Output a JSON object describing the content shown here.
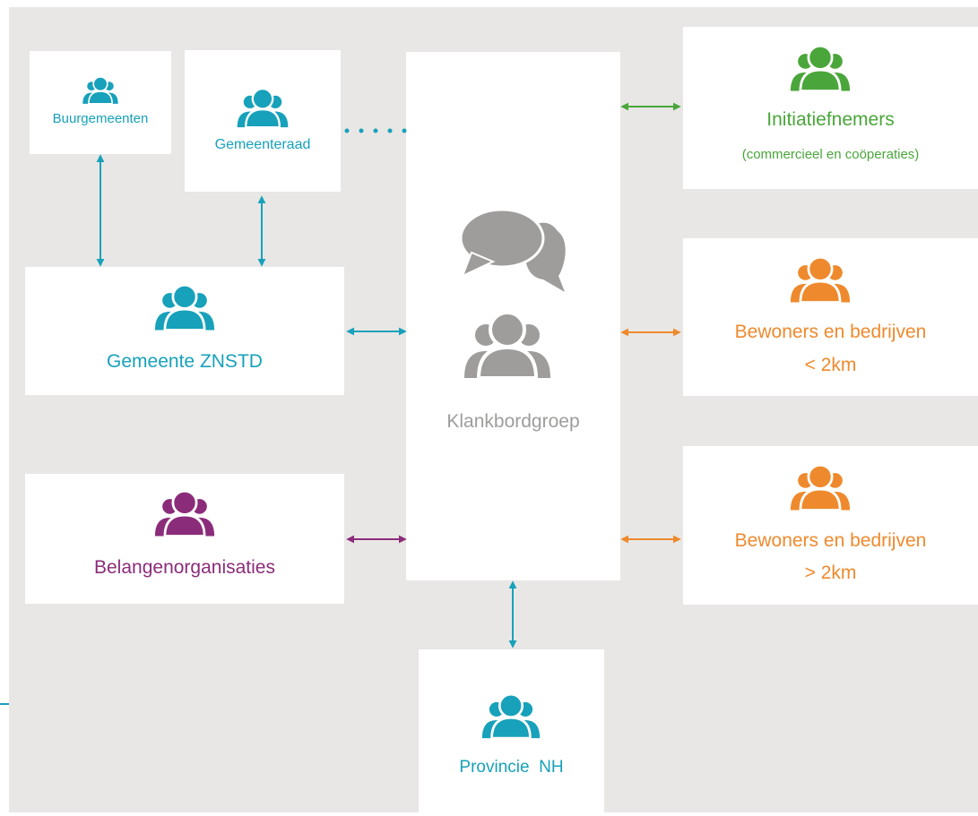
{
  "colors": {
    "teal": "#17a1ba",
    "green": "#4aa63a",
    "orange": "#ee8a2d",
    "purple": "#8b2c7a",
    "gray": "#9e9d9b",
    "background": "#e8e7e5",
    "box": "#ffffff"
  },
  "nodes": {
    "buurgemeenten": {
      "label": "Buurgemeenten",
      "icon": "group-icon"
    },
    "gemeenteraad": {
      "label": "Gemeenteraad",
      "icon": "group-icon"
    },
    "gemeente": {
      "label": "Gemeente ZNSTD",
      "icon": "group-icon"
    },
    "belangen": {
      "label": "Belangenorganisaties",
      "icon": "group-icon"
    },
    "klankbord": {
      "label": "Klankbordgroep",
      "icon": "speech-bubbles-icon"
    },
    "initiatief": {
      "label": "Initiatiefnemers",
      "sublabel": "(commercieel en coöperaties)",
      "icon": "group-icon"
    },
    "bewoners_near": {
      "label": "Bewoners en bedrijven",
      "sublabel": "< 2km",
      "icon": "group-icon"
    },
    "bewoners_far": {
      "label": "Bewoners en bedrijven",
      "sublabel": "> 2km",
      "icon": "group-icon"
    },
    "provincie": {
      "label": "Provincie  NH",
      "icon": "group-icon"
    }
  }
}
